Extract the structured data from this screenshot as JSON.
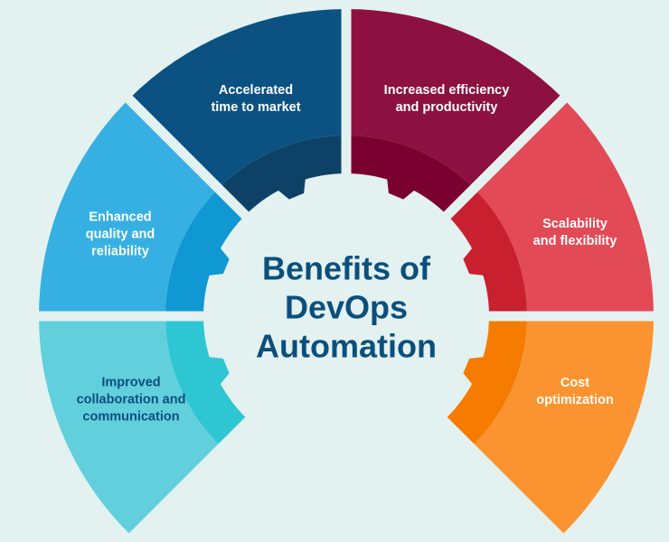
{
  "title": {
    "line1": "Benefits of",
    "line2": "DevOps",
    "line3": "Automation"
  },
  "segments": [
    {
      "id": "accelerated",
      "line1": "Accelerated",
      "line2": "time to market",
      "line3": "",
      "color": "#0b5282",
      "dark": "#0d4266",
      "text_color": "#ffffff"
    },
    {
      "id": "efficiency",
      "line1": "Increased efficiency",
      "line2": "and productivity",
      "line3": "",
      "color": "#8c1040",
      "dark": "#7a0030",
      "text_color": "#ffffff"
    },
    {
      "id": "quality",
      "line1": "Enhanced",
      "line2": "quality and",
      "line3": "reliability",
      "color": "#36b0e2",
      "dark": "#0f98d2",
      "text_color": "#ffffff"
    },
    {
      "id": "scalability",
      "line1": "Scalability",
      "line2": "and flexibility",
      "line3": "",
      "color": "#e24a56",
      "dark": "#c8202e",
      "text_color": "#ffffff"
    },
    {
      "id": "collaboration",
      "line1": "Improved",
      "line2": "collaboration and",
      "line3": "communication",
      "color": "#62d0dc",
      "dark": "#2ec6d3",
      "text_color": "#0b4f7c"
    },
    {
      "id": "cost",
      "line1": "Cost",
      "line2": "optimization",
      "line3": "",
      "color": "#fb9430",
      "dark": "#f57c00",
      "text_color": "#ffffff"
    }
  ]
}
